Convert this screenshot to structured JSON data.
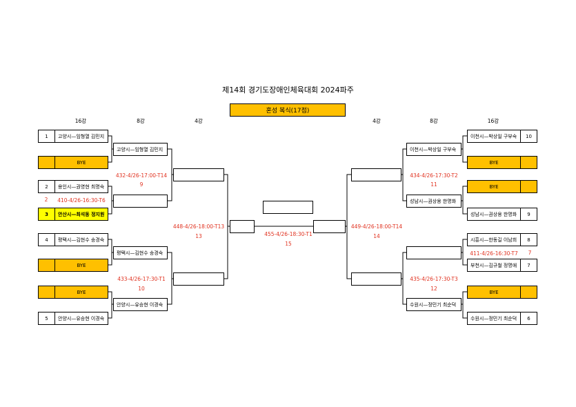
{
  "title": "제14회 경기도장애인체육대회 2024파주",
  "event": "혼성 복식(17점)",
  "rounds": {
    "r16": "16강",
    "r8": "8강",
    "r4": "4강"
  },
  "left_entries": [
    {
      "seed": "1",
      "name": "고양시—임형열 김민지"
    },
    {
      "seed": "",
      "name": "BYE"
    },
    {
      "seed": "2",
      "name": "용인시—권영현 최명숙"
    },
    {
      "seed": "3",
      "name": "안산시—최석동 정지원"
    },
    {
      "seed": "4",
      "name": "평택시—김현수 송경숙"
    },
    {
      "seed": "",
      "name": "BYE"
    },
    {
      "seed": "",
      "name": "BYE"
    },
    {
      "seed": "5",
      "name": "안양시—유승현 이경숙"
    }
  ],
  "right_entries": [
    {
      "seed": "10",
      "name": "이천시—박상일 구부숙"
    },
    {
      "seed": "",
      "name": "BYE"
    },
    {
      "seed": "",
      "name": "BYE"
    },
    {
      "seed": "9",
      "name": "성남시—권상용 한명화"
    },
    {
      "seed": "8",
      "name": "시흥시—한동길 이남희"
    },
    {
      "seed": "7",
      "name": "부천시—김규철 정명애"
    },
    {
      "seed": "",
      "name": "BYE"
    },
    {
      "seed": "6",
      "name": "수원시—정민기 최순덕"
    }
  ],
  "left_r8": [
    "고양시—임형열 김민지",
    "",
    "평택시—김현수 송경숙",
    "안양시—유승현 이경숙"
  ],
  "right_r8": [
    "이천시—박상일 구부숙",
    "성남시—권상용 한명화",
    "",
    "수원시—정민기 최순덕"
  ],
  "prelim": {
    "left": {
      "left_num": "2",
      "info": "410-4/26-16:30-T6",
      "right_num": ""
    },
    "right": {
      "left_num": "",
      "info": "411-4/26-16:30-T7",
      "right_num": "7"
    }
  },
  "matches": {
    "m9": {
      "info": "432-4/26-17:00-T14",
      "num": "9"
    },
    "m10": {
      "info": "433-4/26-17:30-T1",
      "num": "10"
    },
    "m11": {
      "info": "434-4/26-17:30-T2",
      "num": "11"
    },
    "m12": {
      "info": "435-4/26-17:30-T3",
      "num": "12"
    },
    "m13": {
      "info": "448-4/26-18:00-T13",
      "num": "13"
    },
    "m14": {
      "info": "449-4/26-18:00-T14",
      "num": "14"
    },
    "m15": {
      "info": "455-4/26-18:30-T1",
      "num": "15"
    }
  },
  "colors": {
    "bye": "#ffc000",
    "highlight": "#ffff00",
    "match_text": "#e0301e"
  }
}
